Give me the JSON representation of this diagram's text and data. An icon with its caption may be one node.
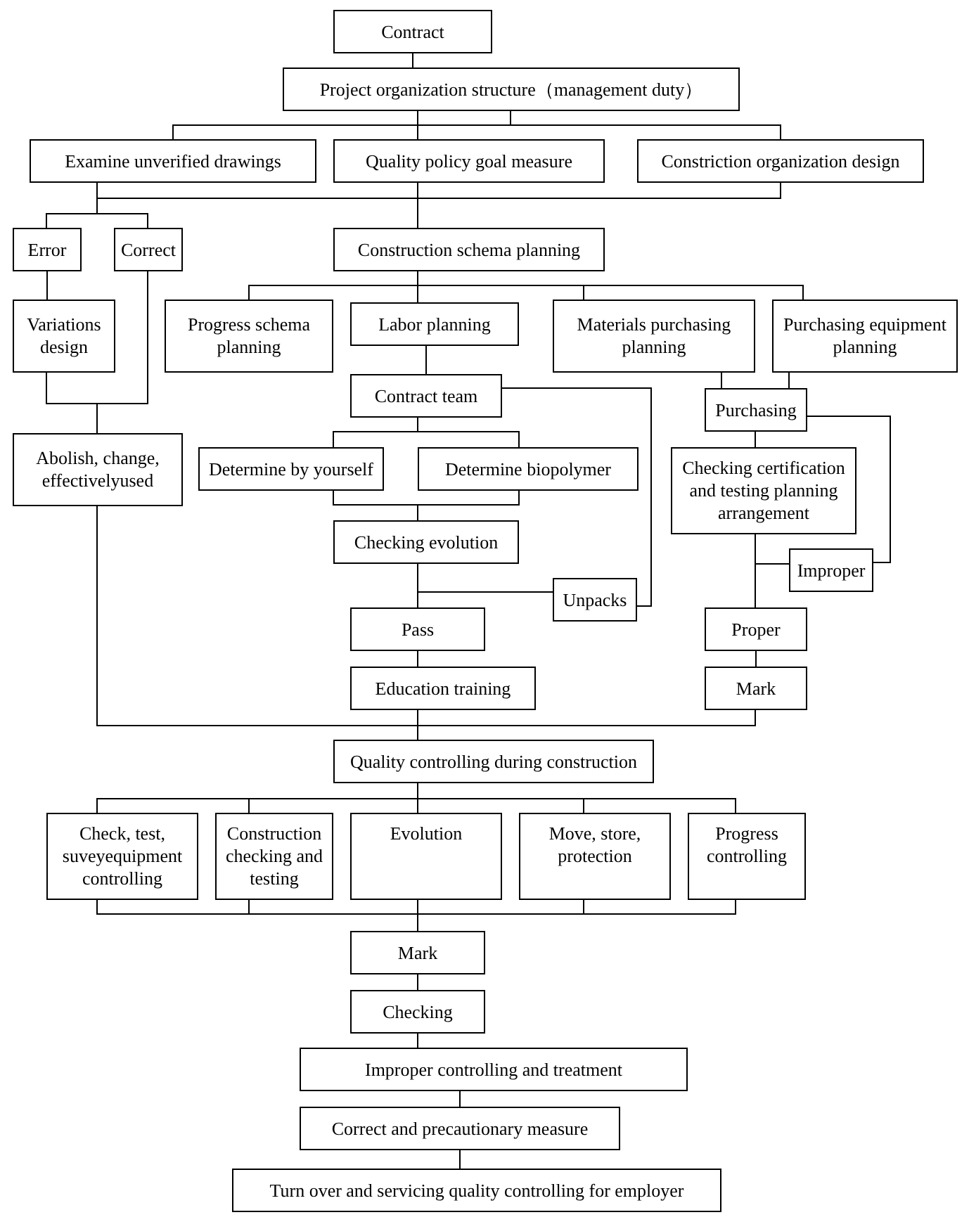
{
  "diagram": {
    "nodes": [
      {
        "text": [
          "Contract"
        ]
      },
      {
        "text": [
          "Project organization structure（management duty）"
        ]
      },
      {
        "text": [
          "Examine unverified drawings"
        ]
      },
      {
        "text": [
          "Quality policy goal measure"
        ]
      },
      {
        "text": [
          "Constriction organization design"
        ]
      },
      {
        "text": [
          "Error"
        ]
      },
      {
        "text": [
          "Correct"
        ]
      },
      {
        "text": [
          "Construction schema planning"
        ]
      },
      {
        "text": [
          "Variations design"
        ]
      },
      {
        "text": [
          "Progress schema planning"
        ]
      },
      {
        "text": [
          "Labor planning"
        ]
      },
      {
        "text": [
          "Materials purchasing planning"
        ]
      },
      {
        "text": [
          "Purchasing equipment planning"
        ]
      },
      {
        "text": [
          "Contract team"
        ]
      },
      {
        "text": [
          "Purchasing"
        ]
      },
      {
        "text": [
          "Abolish, change, effectivelyused"
        ]
      },
      {
        "text": [
          "Determine by yourself"
        ]
      },
      {
        "text": [
          "Determine biopolymer"
        ]
      },
      {
        "text": [
          "Checking certification and testing planning arrangement"
        ]
      },
      {
        "text": [
          "Checking evolution"
        ]
      },
      {
        "text": [
          "Improper"
        ]
      },
      {
        "text": [
          "Unpacks"
        ]
      },
      {
        "text": [
          "Pass"
        ]
      },
      {
        "text": [
          "Proper"
        ]
      },
      {
        "text": [
          "Education training"
        ]
      },
      {
        "text": [
          "Mark"
        ]
      },
      {
        "text": [
          "Quality controlling during construction"
        ]
      },
      {
        "text": [
          "Check, test, suveyequipment controlling"
        ]
      },
      {
        "text": [
          "Construction checking and testing"
        ]
      },
      {
        "text": [
          "Evolution"
        ]
      },
      {
        "text": [
          "Move, store, protection"
        ]
      },
      {
        "text": [
          "Progress controlling"
        ]
      },
      {
        "text": [
          "Mark"
        ]
      },
      {
        "text": [
          "Checking"
        ]
      },
      {
        "text": [
          "Improper controlling and treatment"
        ]
      },
      {
        "text": [
          "Correct and precautionary measure"
        ]
      },
      {
        "text": [
          "Turn over and servicing quality controlling for employer"
        ]
      }
    ],
    "edges": [
      {
        "from": 0,
        "to": 1,
        "arrow": "none"
      },
      {
        "from": 1,
        "to": 2,
        "arrow": "none"
      },
      {
        "from": 1,
        "to": 3,
        "arrow": "none"
      },
      {
        "from": 1,
        "to": 4,
        "arrow": "none"
      },
      {
        "from": 2,
        "to": 5,
        "arrow": "none"
      },
      {
        "from": 2,
        "to": 6,
        "arrow": "none"
      },
      {
        "from": 2,
        "to": 7,
        "arrow": "none"
      },
      {
        "from": 3,
        "to": 7,
        "arrow": "none"
      },
      {
        "from": 4,
        "to": 7,
        "arrow": "none"
      },
      {
        "from": 5,
        "to": 8,
        "arrow": "none"
      },
      {
        "from": 8,
        "to": 15,
        "arrow": "none"
      },
      {
        "from": 6,
        "to": 15,
        "arrow": "none"
      },
      {
        "from": 7,
        "to": 9,
        "arrow": "none"
      },
      {
        "from": 7,
        "to": 10,
        "arrow": "none"
      },
      {
        "from": 7,
        "to": 11,
        "arrow": "none"
      },
      {
        "from": 7,
        "to": 12,
        "arrow": "none"
      },
      {
        "from": 10,
        "to": 13,
        "arrow": "none"
      },
      {
        "from": 13,
        "to": 16,
        "arrow": "none"
      },
      {
        "from": 13,
        "to": 17,
        "arrow": "none"
      },
      {
        "from": 16,
        "to": 19,
        "arrow": "none"
      },
      {
        "from": 17,
        "to": 19,
        "arrow": "none"
      },
      {
        "from": 13,
        "to": 21,
        "arrow": "none"
      },
      {
        "from": 19,
        "to": 22,
        "arrow": "none"
      },
      {
        "from": 19,
        "to": 21,
        "arrow": "none"
      },
      {
        "from": 22,
        "to": 24,
        "arrow": "none"
      },
      {
        "from": 11,
        "to": 14,
        "arrow": "none"
      },
      {
        "from": 12,
        "to": 14,
        "arrow": "none"
      },
      {
        "from": 14,
        "to": 18,
        "arrow": "none"
      },
      {
        "from": 14,
        "to": 20,
        "arrow": "none"
      },
      {
        "from": 18,
        "to": 23,
        "arrow": "none"
      },
      {
        "from": 20,
        "to": 23,
        "arrow": "none"
      },
      {
        "from": 23,
        "to": 25,
        "arrow": "none"
      },
      {
        "from": 15,
        "to": 26,
        "arrow": "none"
      },
      {
        "from": 24,
        "to": 26,
        "arrow": "none"
      },
      {
        "from": 25,
        "to": 26,
        "arrow": "none"
      },
      {
        "from": 26,
        "to": 27,
        "arrow": "none"
      },
      {
        "from": 26,
        "to": 28,
        "arrow": "none"
      },
      {
        "from": 26,
        "to": 29,
        "arrow": "none"
      },
      {
        "from": 26,
        "to": 30,
        "arrow": "none"
      },
      {
        "from": 26,
        "to": 31,
        "arrow": "none"
      },
      {
        "from": 27,
        "to": 32,
        "arrow": "none"
      },
      {
        "from": 28,
        "to": 32,
        "arrow": "none"
      },
      {
        "from": 29,
        "to": 32,
        "arrow": "none"
      },
      {
        "from": 30,
        "to": 32,
        "arrow": "none"
      },
      {
        "from": 31,
        "to": 32,
        "arrow": "none"
      },
      {
        "from": 32,
        "to": 33,
        "arrow": "none"
      },
      {
        "from": 33,
        "to": 34,
        "arrow": "none"
      },
      {
        "from": 34,
        "to": 35,
        "arrow": "none"
      },
      {
        "from": 35,
        "to": 36,
        "arrow": "none"
      }
    ]
  }
}
